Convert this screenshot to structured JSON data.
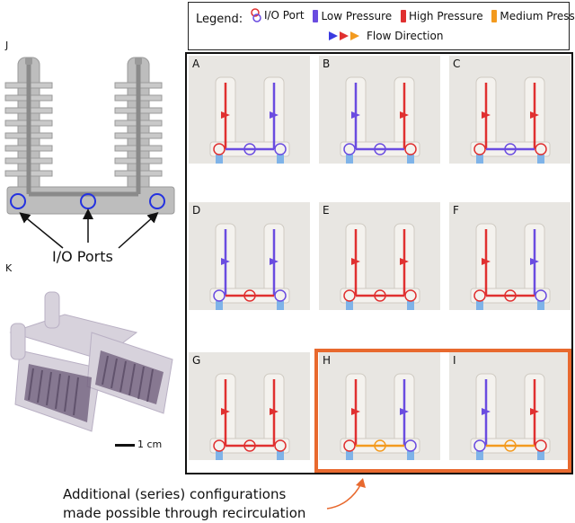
{
  "labels": {
    "j": "J",
    "k": "K",
    "io_ports": "I/O Ports",
    "scale": "1 cm"
  },
  "legend": {
    "title": "Legend:",
    "io_port": "I/O Port",
    "low": "Low Pressure",
    "high": "High Pressure",
    "medium": "Medium Pressure",
    "flow": "Flow Direction"
  },
  "colors": {
    "low": "#6a4ce0",
    "high": "#e03030",
    "medium": "#f39a1e",
    "highlight": "#e8692e",
    "tube": "#7fb3e8"
  },
  "panels": [
    "A",
    "B",
    "C",
    "D",
    "E",
    "F",
    "G",
    "H",
    "I"
  ],
  "caption": {
    "line1": "Additional (series) configurations",
    "line2": "made possible through recirculation"
  }
}
